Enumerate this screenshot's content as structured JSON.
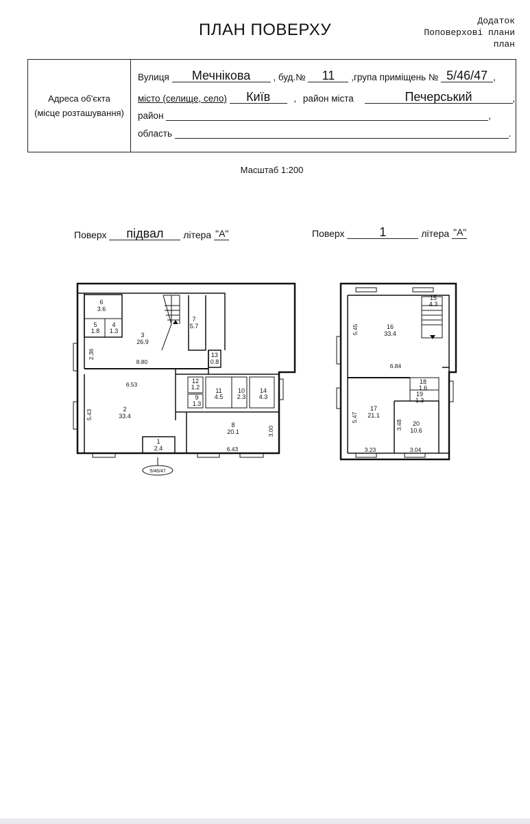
{
  "title": "ПЛАН ПОВЕРХУ",
  "addendum": {
    "line1": "Додаток",
    "line2": "Поповерхові плани",
    "line3": "план"
  },
  "address": {
    "left_label_1": "Адреса об'єкта",
    "left_label_2": "(місце розташування)",
    "street_label": "Вулиця",
    "street": "Мечнікова",
    "building_label": ", буд.№",
    "building": "11",
    "group_label": ",група приміщень №",
    "group": "5/46/47",
    "city_label": "місто (селище, село)",
    "city": "Київ",
    "district_city_label": "район міста",
    "district_city": "Печерський",
    "district_label": "район",
    "region_label": "область",
    "comma": ",",
    "period": "."
  },
  "scale": "Масштаб  1:200",
  "floors": [
    {
      "floor_label": "Поверх",
      "floor": "підвал",
      "letter_label": "літера",
      "letter": "\"А\"",
      "rooms": [
        {
          "n": "6",
          "area": "3.6"
        },
        {
          "n": "5",
          "area": "1.8"
        },
        {
          "n": "4",
          "area": "1.3"
        },
        {
          "n": "3",
          "area": "26.9"
        },
        {
          "n": "7",
          "area": "5.7"
        },
        {
          "n": "13",
          "area": "0.8"
        },
        {
          "n": "12",
          "area": "1.2"
        },
        {
          "n": "9",
          "area": "1.3"
        },
        {
          "n": "11",
          "area": "4.5"
        },
        {
          "n": "10",
          "area": "2.3"
        },
        {
          "n": "14",
          "area": "4.3"
        },
        {
          "n": "2",
          "area": "33.4"
        },
        {
          "n": "8",
          "area": "20.1"
        },
        {
          "n": "1",
          "area": "2.4"
        }
      ],
      "dims": [
        "2.36",
        "8.80",
        "6.53",
        "5.43",
        "3.00",
        "6.43"
      ],
      "stamp": "5/46/47"
    },
    {
      "floor_label": "Поверх",
      "floor": "1",
      "letter_label": "літера",
      "letter": "\"А\"",
      "rooms": [
        {
          "n": "15",
          "area": "4.3"
        },
        {
          "n": "16",
          "area": "33.4"
        },
        {
          "n": "18",
          "area": "1.6"
        },
        {
          "n": "19",
          "area": "1.3"
        },
        {
          "n": "17",
          "area": "21.1"
        },
        {
          "n": "20",
          "area": "10.6"
        }
      ],
      "dims": [
        "5.45",
        "6.84",
        "5.47",
        "3.48",
        "3.23",
        "3.04"
      ]
    }
  ]
}
